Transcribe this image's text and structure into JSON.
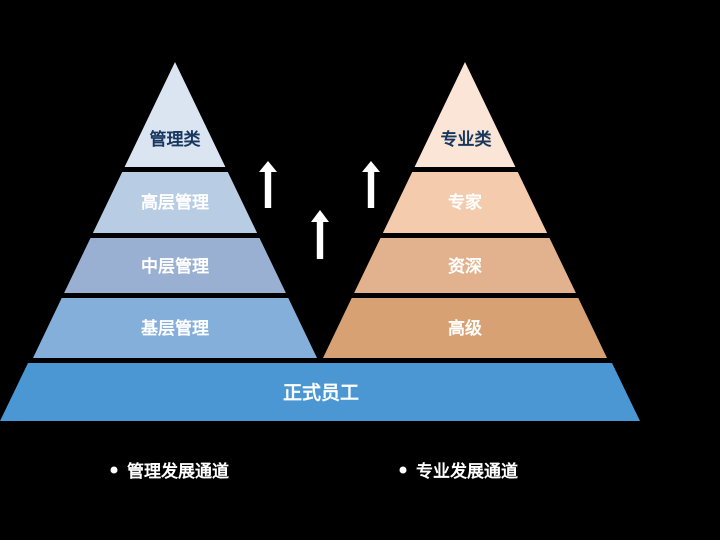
{
  "background_color": "#000000",
  "title_text_color": "#17375e",
  "segment_text_color": "#ffffff",
  "arrow_color": "#ffffff",
  "legend_text_color": "#ffffff",
  "left_pyramid": {
    "track_name": "管理发展通道",
    "segments": [
      {
        "label": "管理类",
        "color": "#dbe5f1"
      },
      {
        "label": "高层管理",
        "color": "#b8cce4"
      },
      {
        "label": "中层管理",
        "color": "#99b0d3"
      },
      {
        "label": "基层管理",
        "color": "#85afdb"
      }
    ]
  },
  "right_pyramid": {
    "track_name": "专业发展通道",
    "segments": [
      {
        "label": "专业类",
        "color": "#fbe5d6"
      },
      {
        "label": "专家",
        "color": "#f4cbad"
      },
      {
        "label": "资深",
        "color": "#e2b28e"
      },
      {
        "label": "高级",
        "color": "#d8a173"
      }
    ]
  },
  "base": {
    "label": "正式员工",
    "color": "#4a97d3"
  },
  "legend": {
    "items": [
      {
        "label": "管理发展通道"
      },
      {
        "label": "专业发展通道"
      }
    ]
  }
}
